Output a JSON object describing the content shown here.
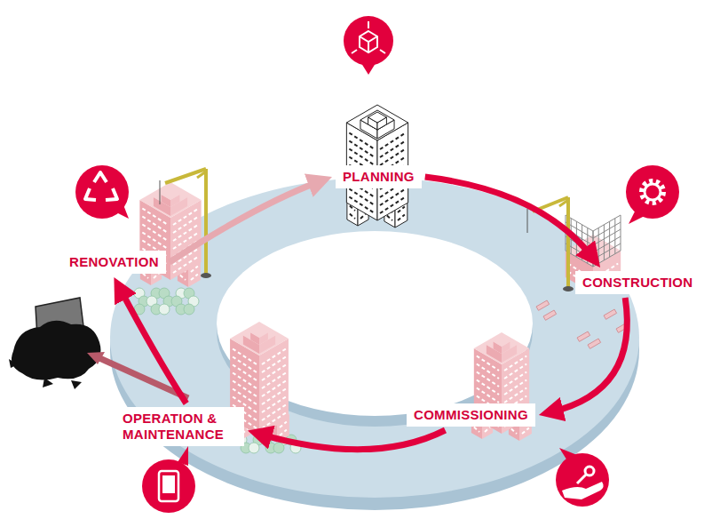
{
  "diagram": {
    "nodes": [
      {
        "text": [
          "PLANNING"
        ]
      },
      {
        "text": [
          "RENOVATION"
        ]
      },
      {
        "text": [
          "CONSTRUCTION"
        ]
      },
      {
        "text": [
          "COMMISSIONING"
        ]
      },
      {
        "text": [
          "OPERATION & MAINTENANCE"
        ]
      }
    ],
    "edges": [
      {
        "from": 0,
        "to": 2,
        "arrow": "to"
      },
      {
        "from": 2,
        "to": 3,
        "arrow": "to"
      },
      {
        "from": 3,
        "to": 4,
        "arrow": "to"
      },
      {
        "from": 4,
        "to": 1,
        "arrow": "to"
      },
      {
        "from": 1,
        "to": 0,
        "arrow": "to"
      }
    ]
  }
}
